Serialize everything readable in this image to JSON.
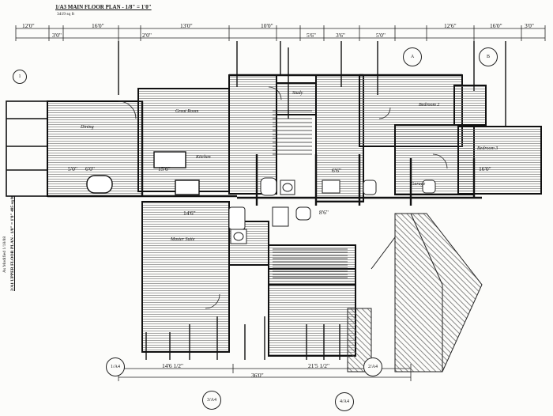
{
  "title": "1/A3  MAIN FLOOR PLAN - 1/8\" = 1'0\"",
  "area": "3419 sq ft",
  "side_title": "2/A1 UPPER FLOOR PLAN - 1/8\" = 1'0\"  485 sq ft",
  "side_note": "As Modified  1/18/88",
  "top_dims": [
    "12'0\"",
    "3'0\"",
    "16'0\"",
    "13'0\"",
    "2'0\"",
    "10'0\"",
    "5'6\"",
    "3'6\"",
    "5'0\"",
    "12'6\"",
    "16'0\"",
    "3'0\""
  ],
  "bottom_dims": [
    "14'6 1/2\"",
    "21'5 1/2\"",
    "36'0\""
  ],
  "mid_dims": [
    "14'6\"",
    "15'6\"",
    "5'0\"",
    "6'0\"",
    "16'0\"",
    "8'6\"",
    "6'6\""
  ],
  "rooms": {
    "great_room": "Great Room",
    "dining": "Dining",
    "kitchen": "Kitchen",
    "master_suite": "Master Suite",
    "bedroom_2": "Bedroom 2",
    "bedroom_3": "Bedroom 3",
    "study": "Study",
    "garage": "Garage"
  },
  "bubbles": [
    "1/A4",
    "2/A4",
    "3/A4",
    "4/A4",
    "A",
    "B"
  ],
  "stamp": "1"
}
